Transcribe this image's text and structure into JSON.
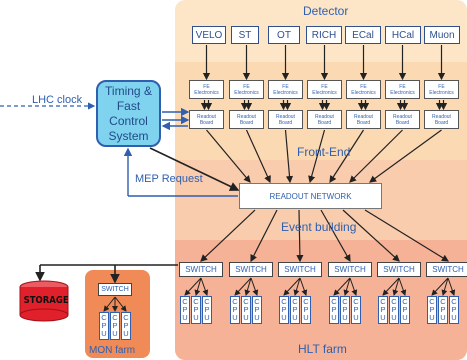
{
  "sections": {
    "detector": "Detector",
    "front_end": "Front-End",
    "event_building": "Event building",
    "hlt_farm": "HLT farm",
    "mon_farm": "MON farm"
  },
  "detectors": [
    "VELO",
    "ST",
    "OT",
    "RICH",
    "ECal",
    "HCal",
    "Muon"
  ],
  "fe_label": [
    "FE",
    "Electronics"
  ],
  "readout_label": [
    "Readout",
    "Board"
  ],
  "timing": [
    "Timing &",
    "Fast",
    "Control",
    "System"
  ],
  "lhc_clock": "LHC clock",
  "mep_request": "MEP Request",
  "readout_network": "READOUT NETWORK",
  "switch_label": "SWITCH",
  "cpu_label": [
    "C",
    "P",
    "U"
  ],
  "storage": "STORAGE",
  "colors": {
    "accent": "#2f5fae",
    "tfc_fill": "#7fd3ee",
    "storage": "#e0202a",
    "hlt_zone": "#f6b296"
  }
}
